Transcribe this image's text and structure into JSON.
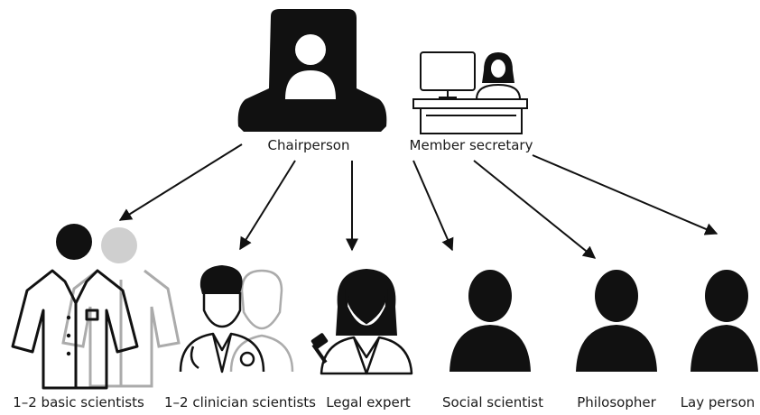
{
  "colors": {
    "ink": "#111111",
    "faded": "#9a9a9a",
    "background": "#ffffff"
  },
  "top": {
    "chairperson": {
      "label": "Chairperson",
      "icon": "chairperson-icon"
    },
    "secretary": {
      "label": "Member secretary",
      "icon": "secretary-at-desk-icon"
    }
  },
  "members": [
    {
      "label": "1–2 basic scientists",
      "icon": "lab-coat-scientists-icon"
    },
    {
      "label": "1–2 clinician scientists",
      "icon": "doctors-icon"
    },
    {
      "label": "Legal expert",
      "icon": "lawyer-gavel-icon"
    },
    {
      "label": "Social scientist",
      "icon": "person-silhouette-icon"
    },
    {
      "label": "Philosopher",
      "icon": "person-silhouette-icon"
    },
    {
      "label": "Lay person",
      "icon": "person-silhouette-icon"
    }
  ]
}
